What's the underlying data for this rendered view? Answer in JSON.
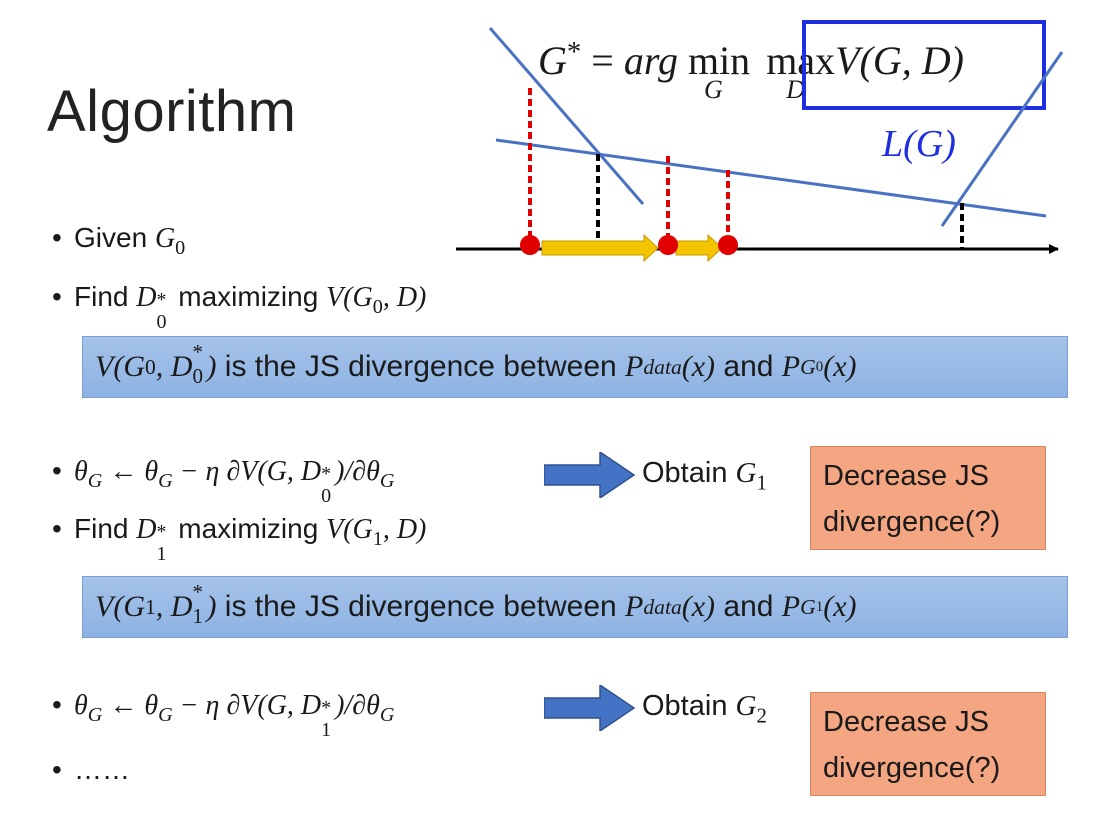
{
  "slide": {
    "title": "Algorithm",
    "equation": {
      "g_star": "G",
      "star": "*",
      "eq_sign": "=",
      "arg": "arg",
      "min": "min",
      "min_sub": "G",
      "max": "max",
      "max_sub": "D",
      "rhs": "V(G, D)"
    },
    "loss_label": "L(G)",
    "bullets": {
      "given_text": "Given ",
      "given_var": "G",
      "given_sub": "0",
      "find1_text": "Find ",
      "find1_var": "D",
      "find1_sub": "0",
      "find1_sup": "*",
      "find1_mid": " maximizing ",
      "find1_v": "V(G",
      "find1_v_sub": "0",
      "find1_v_end": ", D)",
      "update1_lhs": "θ",
      "update1_lhs_sub": "G",
      "update1_arrow": " ← ",
      "update1_r1": "θ",
      "update1_r1_sub": "G",
      "update1_mid": " − η ∂V(G, D",
      "update1_d_sub": "0",
      "update1_d_sup": "*",
      "update1_end": ")/∂θ",
      "update1_end_sub": "G",
      "find2_text": "Find ",
      "find2_var": "D",
      "find2_sub": "1",
      "find2_sup": "*",
      "find2_mid": " maximizing ",
      "find2_v": "V(G",
      "find2_v_sub": "1",
      "find2_v_end": ", D)",
      "update2_lhs": "θ",
      "update2_lhs_sub": "G",
      "update2_arrow": " ← ",
      "update2_r1": "θ",
      "update2_r1_sub": "G",
      "update2_mid": " − η ∂V(G, D",
      "update2_d_sub": "1",
      "update2_d_sup": "*",
      "update2_end": ")/∂θ",
      "update2_end_sub": "G",
      "ellipsis": "……"
    },
    "obtain1": {
      "text": "Obtain ",
      "var": "G",
      "sub": "1"
    },
    "obtain2": {
      "text": "Obtain ",
      "var": "G",
      "sub": "2"
    },
    "box1": {
      "v": "V(G",
      "v_sub": "0",
      "v_mid": ", D",
      "v_d_sub": "0",
      "v_d_sup": "*",
      "v_end": ")",
      "text1": " is the JS divergence between ",
      "p1": "P",
      "p1_sub": "data",
      "p1_end": "(x)",
      "and": " and ",
      "p2": "P",
      "p2_sub": "G",
      "p2_subsub": "0",
      "p2_end": "(x)"
    },
    "box2": {
      "v": "V(G",
      "v_sub": "1",
      "v_mid": ", D",
      "v_d_sub": "1",
      "v_d_sup": "*",
      "v_end": ")",
      "text1": " is the JS divergence between ",
      "p1": "P",
      "p1_sub": "data",
      "p1_end": "(x)",
      "and": " and ",
      "p2": "P",
      "p2_sub": "G",
      "p2_subsub": "1",
      "p2_end": "(x)"
    },
    "decrease1": {
      "line1": "Decrease JS",
      "line2": "divergence(?)"
    },
    "decrease2": {
      "line1": "Decrease JS",
      "line2": "divergence(?)"
    },
    "colors": {
      "blue_line": "#4a72c4",
      "red_dash": "#e00000",
      "black_dash": "#000000",
      "yellow_arrow": "#f5c400",
      "highlight_box": "#1f2fe0",
      "blue_fill": "#9bbbe6",
      "orange_fill": "#f4a582"
    }
  }
}
